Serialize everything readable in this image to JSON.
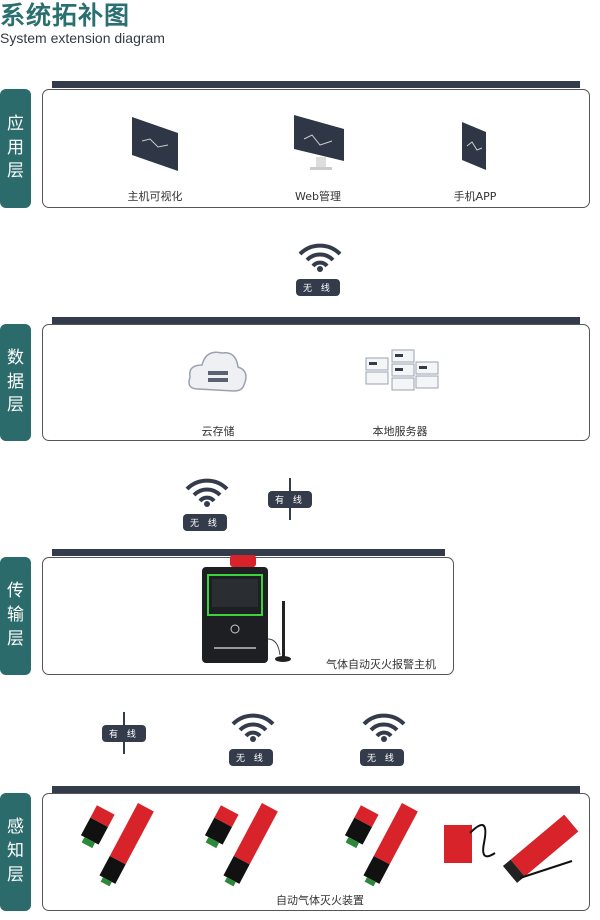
{
  "header": {
    "title": "系统拓补图",
    "subtitle": "System extension diagram"
  },
  "layers": [
    {
      "label": [
        "应",
        "用",
        "层"
      ],
      "items": [
        "主机可视化",
        "Web管理",
        "手机APP"
      ]
    },
    {
      "label": [
        "数",
        "据",
        "层"
      ],
      "items": [
        "云存储",
        "本地服务器"
      ]
    },
    {
      "label": [
        "传",
        "输",
        "层"
      ],
      "items": [
        "气体自动灭火报警主机"
      ]
    },
    {
      "label": [
        "感",
        "知",
        "层"
      ],
      "items": [
        "自动气体灭火装置"
      ]
    }
  ],
  "connections": {
    "wireless": "无 线",
    "wired": "有 线"
  },
  "colors": {
    "teal": "#2b6b6b",
    "dark": "#343b4a",
    "red": "#d8232a"
  }
}
